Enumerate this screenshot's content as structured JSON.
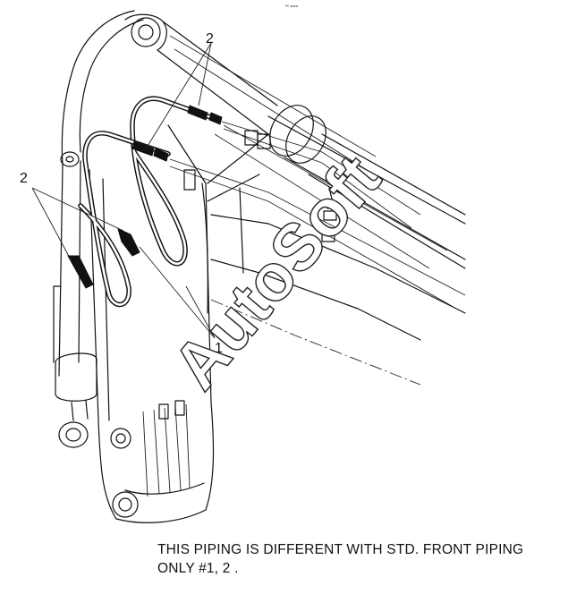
{
  "drawing": {
    "top_mark": "™ ===",
    "callouts": [
      {
        "id": "upper",
        "text": "2"
      },
      {
        "id": "left",
        "text": "2"
      },
      {
        "id": "lower",
        "text": "1"
      }
    ]
  },
  "watermark": {
    "text": "AutoSoft"
  },
  "note": {
    "line1": "THIS PIPING IS DIFFERENT WITH STD. FRONT PIPING",
    "line2": "ONLY #1, 2 ."
  }
}
